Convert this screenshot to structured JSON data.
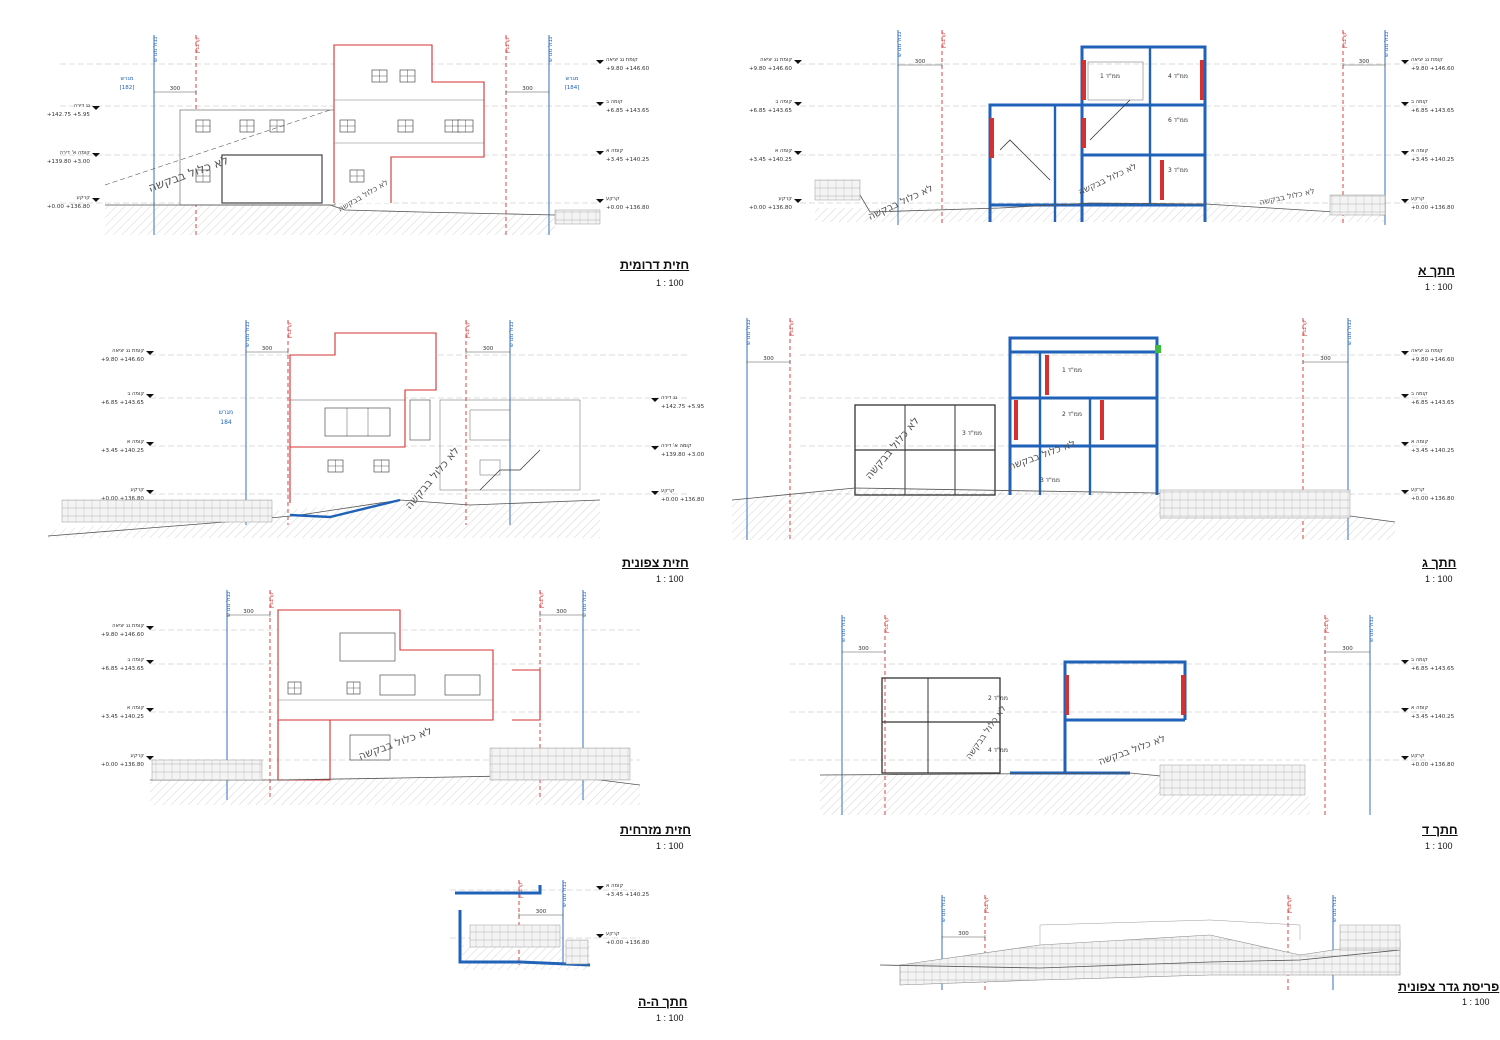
{
  "sheet": {
    "drawings": [
      {
        "id": "south-elevation",
        "title": "חזית דרומית",
        "scale": "1 : 100"
      },
      {
        "id": "section-a",
        "title": "חתך א",
        "scale": "1 : 100"
      },
      {
        "id": "north-elevation",
        "title": "חזית צפונית",
        "scale": "1 : 100"
      },
      {
        "id": "section-g",
        "title": "חתך ג",
        "scale": "1 : 100"
      },
      {
        "id": "east-elevation",
        "title": "חזית מזרחית",
        "scale": "1 : 100"
      },
      {
        "id": "section-d",
        "title": "חתך ד",
        "scale": "1 : 100"
      },
      {
        "id": "section-hh",
        "title": "חתך ה-ה",
        "scale": "1 : 100"
      },
      {
        "id": "north-fence",
        "title": "פריסת גדר צפונית",
        "scale": "1 : 100"
      }
    ],
    "levels": [
      {
        "name": "קומת גג יציאה",
        "value": "+9.80 +146.60"
      },
      {
        "name": "קומה ב",
        "value": "+6.85 +143.65"
      },
      {
        "name": "קומה א",
        "value": "+3.45 +140.25"
      },
      {
        "name": "קרקע",
        "value": "+0.00 +136.80"
      }
    ],
    "neighbor_levels": [
      {
        "name": "גג דירה",
        "value": "+142.75 +5.95"
      },
      {
        "name": "קומה א' דירה",
        "value": "+139.80 +3.00"
      }
    ],
    "setback_label": "300",
    "plot_line_label": "גבול מגרש",
    "building_line_label": "קו בניין",
    "plot_182": "מגרש 182",
    "plot_184": "מגרש 184",
    "plot_184_short": "מגרש 184",
    "not_part_label": "לא כלול בבקשה",
    "room_label": "ממ\"ד",
    "colors": {
      "red": "#d63030",
      "blue": "#1f62b8",
      "structure": "#1f62b8"
    }
  }
}
